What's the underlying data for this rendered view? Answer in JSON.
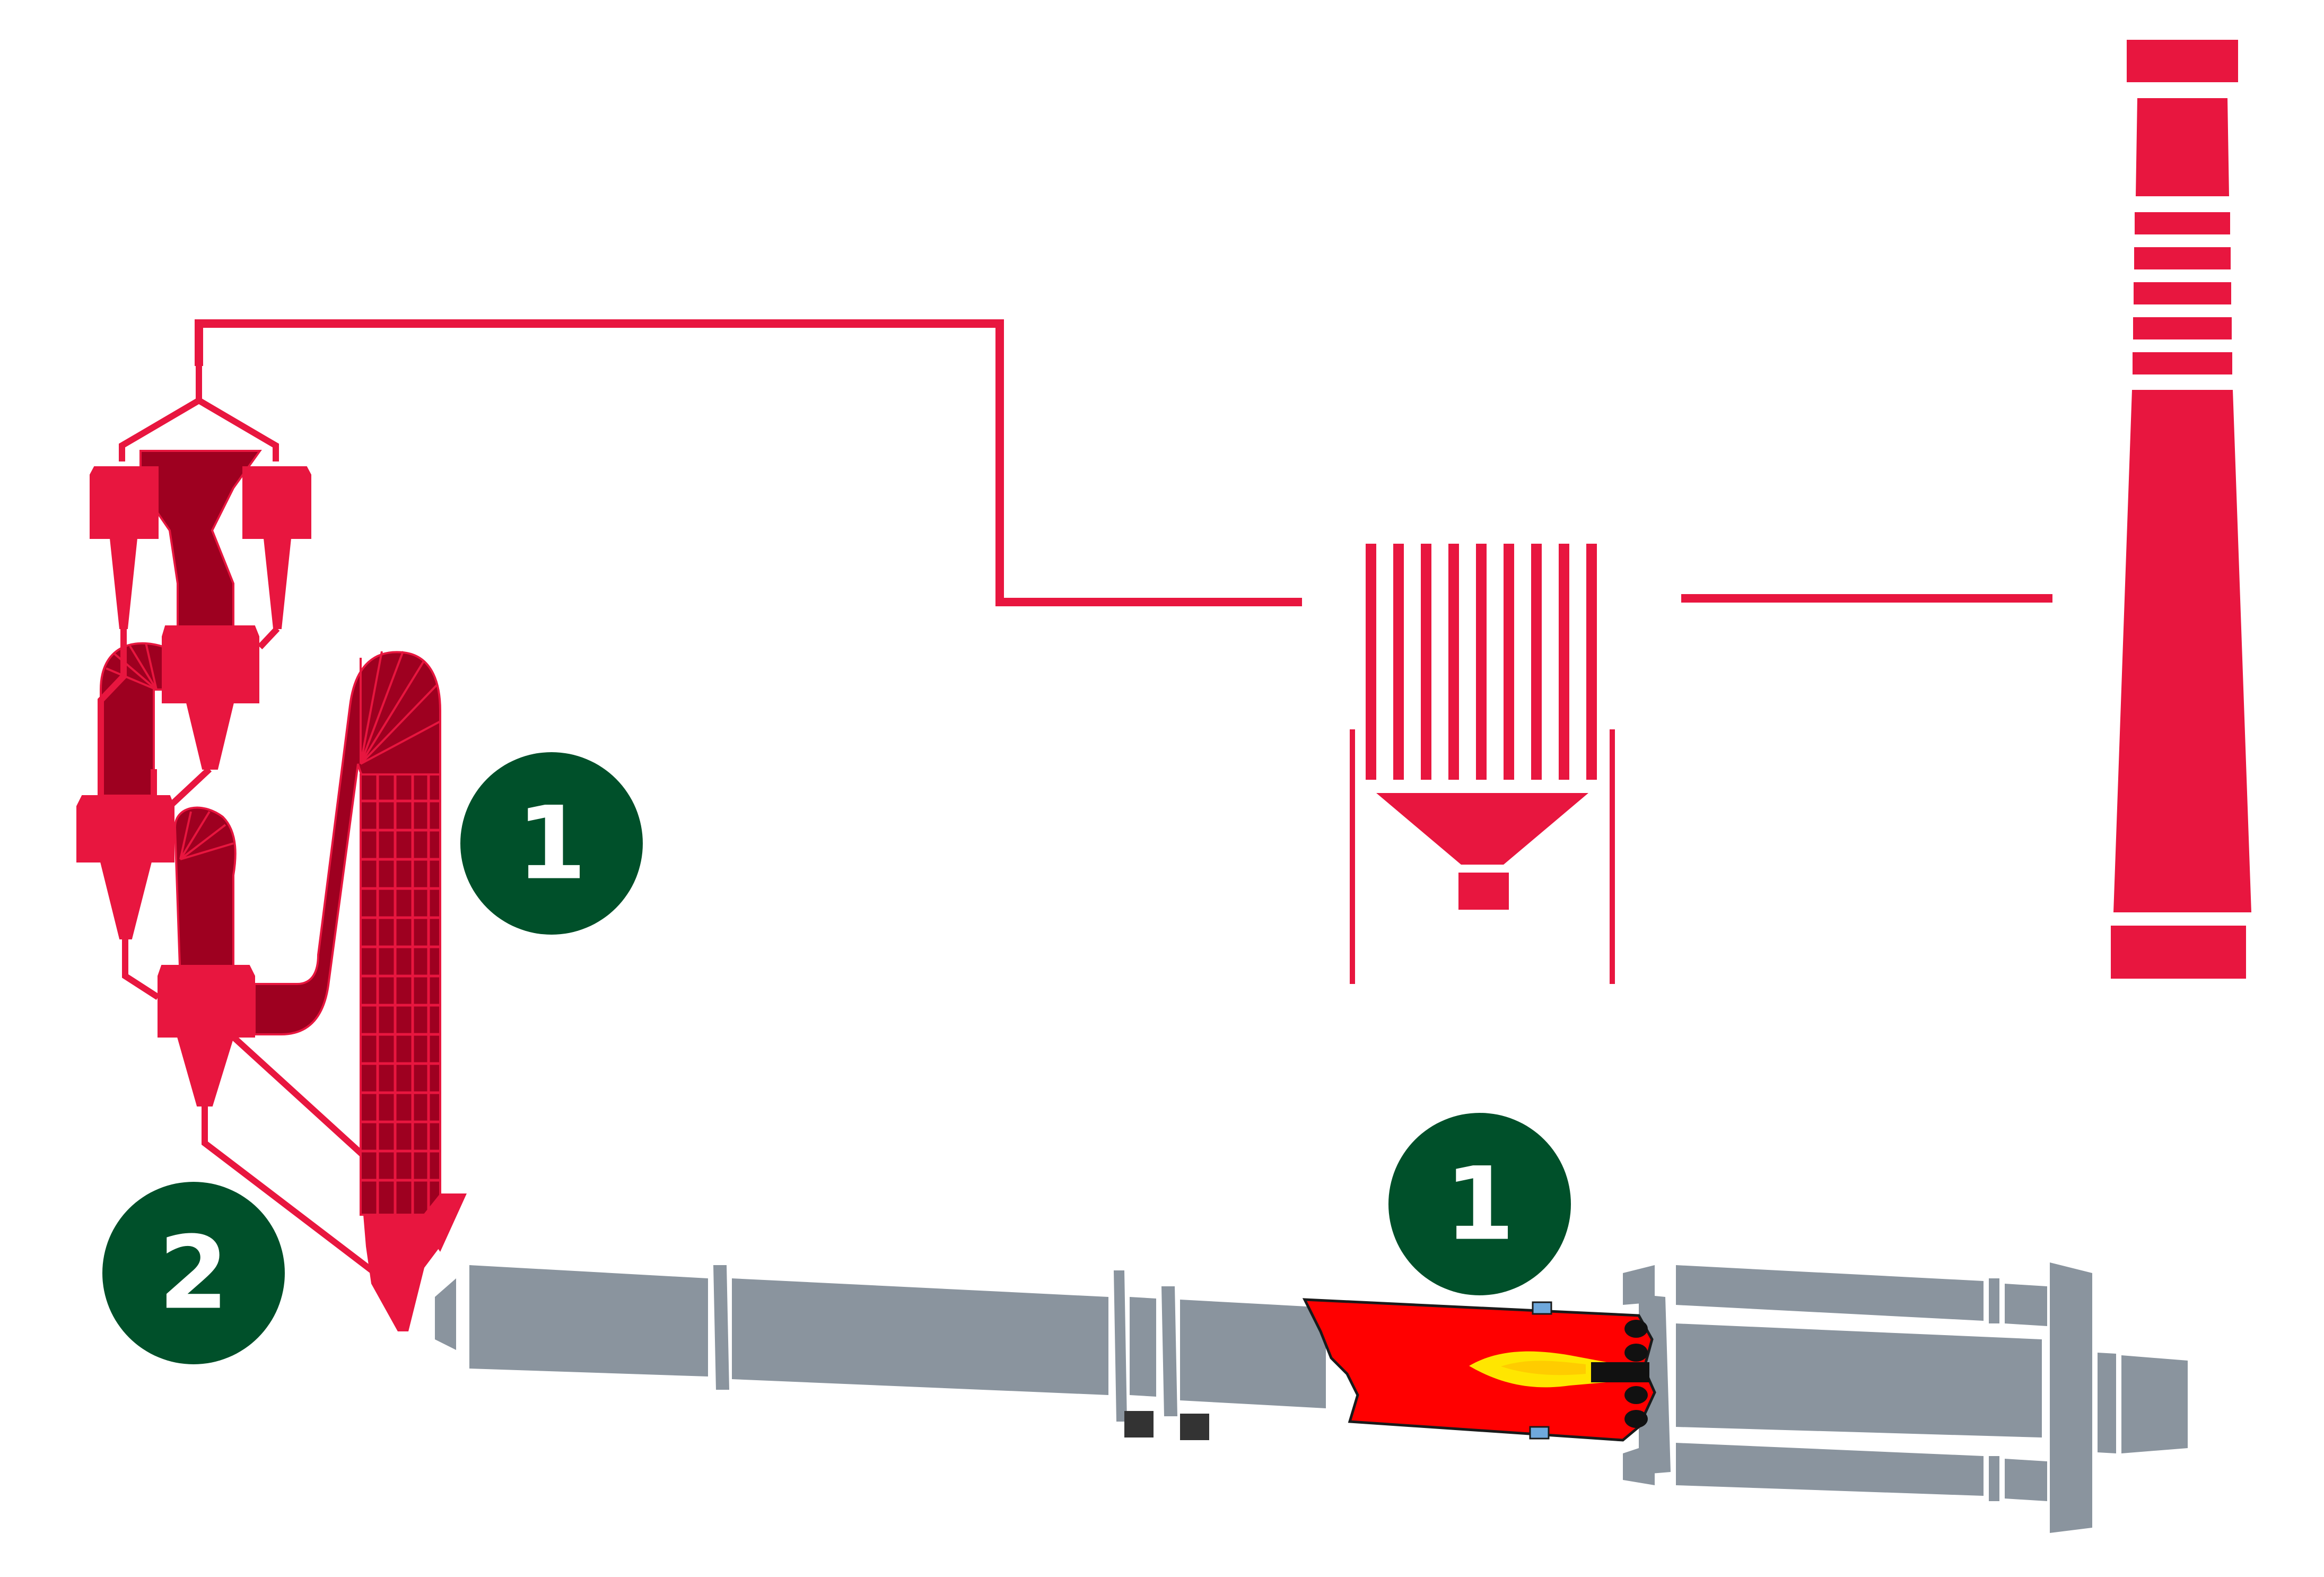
{
  "colors": {
    "background": "#ffffff",
    "crimson": "#e8163f",
    "dark_crimson": "#9e0020",
    "kiln_grey": "#8a949e",
    "flame_red": "#ff0000",
    "flame_yellow": "#ffe600",
    "badge_green": "#00502a",
    "badge_text": "#ffffff",
    "dark_block": "#333333",
    "blue_accent": "#6fa8dc"
  },
  "badges": [
    {
      "label": "1"
    },
    {
      "label": "1"
    },
    {
      "label": "2"
    }
  ],
  "icons": [
    "preheater-tower-icon",
    "calciner-icon",
    "rotary-kiln-icon",
    "burner-flame-icon",
    "filter-icon",
    "chimney-icon"
  ]
}
